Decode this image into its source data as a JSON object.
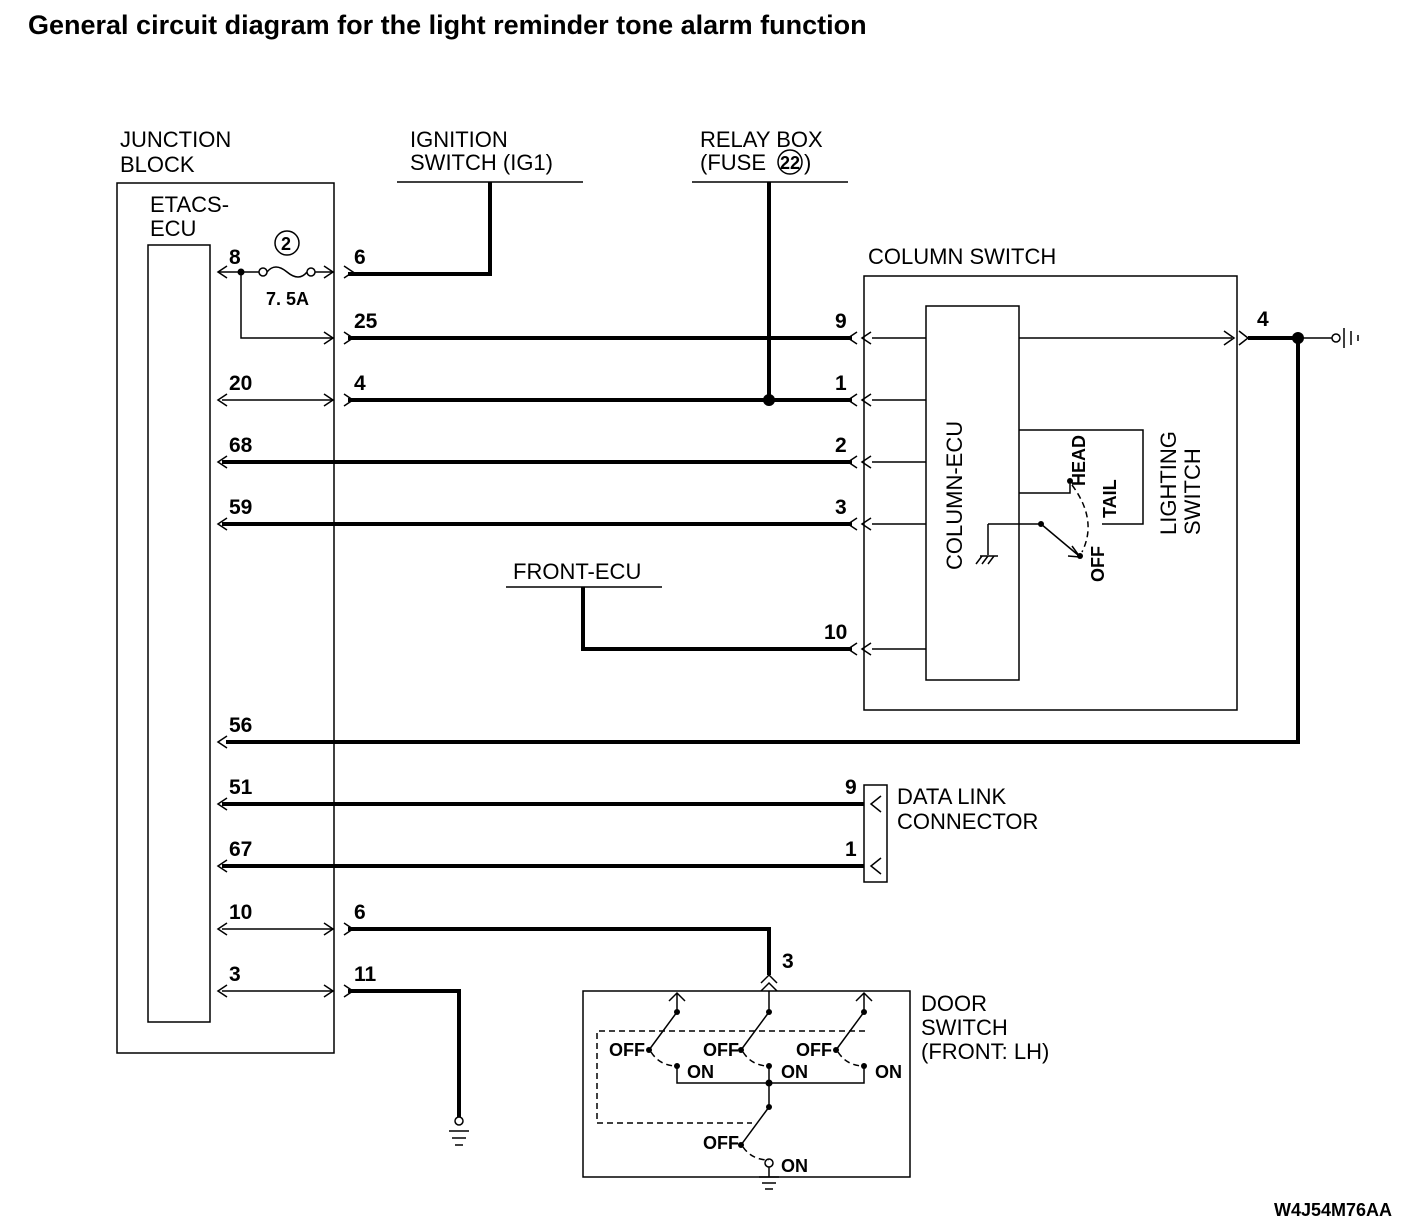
{
  "title": "General circuit diagram for the light reminder tone alarm function",
  "labels": {
    "junction_block_1": "JUNCTION",
    "junction_block_2": "BLOCK",
    "etacs_1": "ETACS-",
    "etacs_2": "ECU",
    "ignition_1": "IGNITION",
    "ignition_2": "SWITCH (IG1)",
    "relay_1": "RELAY BOX",
    "relay_2_prefix": "(FUSE",
    "relay_2_fuse": "22",
    "relay_2_suffix": ")",
    "column_switch": "COLUMN SWITCH",
    "column_ecu": "COLUMN-ECU",
    "lighting_1": "LIGHTING",
    "lighting_2": "SWITCH",
    "head": "HEAD",
    "tail": "TAIL",
    "off_light": "OFF",
    "front_ecu": "FRONT-ECU",
    "dlc_1": "DATA LINK",
    "dlc_2": "CONNECTOR",
    "door_1": "DOOR",
    "door_2": "SWITCH",
    "door_3": "(FRONT: LH)",
    "fuse_number": "2",
    "fuse_rating": "7. 5A",
    "off": "OFF",
    "on": "ON",
    "code": "W4J54M76AA"
  },
  "pins": {
    "jb_8": "8",
    "jb_6": "6",
    "jb_25": "25",
    "jb_20": "20",
    "jb_4": "4",
    "jb_68": "68",
    "jb_59": "59",
    "jb_56": "56",
    "jb_51": "51",
    "jb_67": "67",
    "jb_10": "10",
    "jb_6b": "6",
    "jb_3": "3",
    "jb_11": "11",
    "cs_9": "9",
    "cs_1": "1",
    "cs_2": "2",
    "cs_3": "3",
    "cs_10": "10",
    "cs_4": "4",
    "dlc_9": "9",
    "dlc_1": "1",
    "door_3": "3"
  }
}
